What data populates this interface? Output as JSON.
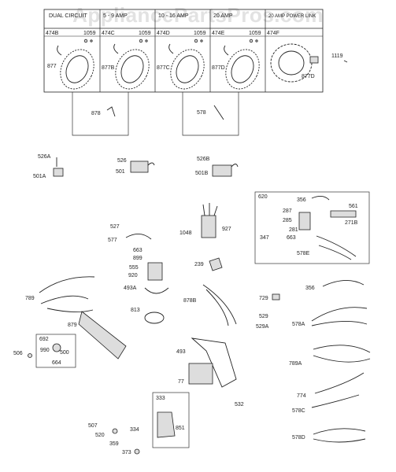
{
  "watermark": "AppliancePartsPros.com",
  "header_cells": [
    {
      "title": "DUAL CIRCUIT",
      "code": "474B",
      "sub": "1059"
    },
    {
      "title": "5 - 9 AMP",
      "code": "474C",
      "sub": "1059"
    },
    {
      "title": "10 - 16 AMP",
      "code": "474D",
      "sub": "1059"
    },
    {
      "title": "20 AMP",
      "code": "474E",
      "sub": "1059"
    },
    {
      "title": "20 AMP POWER LINK",
      "code": "474F",
      "sub": ""
    }
  ],
  "stator_labels": [
    "877",
    "877B",
    "877C",
    "877D",
    "877D"
  ],
  "part_labels": {
    "p1119": "1119",
    "p878": "878",
    "p578": "578",
    "p526A": "526A",
    "p501A": "501A",
    "p526": "526",
    "p501": "501",
    "p526B": "526B",
    "p501B": "501B",
    "p620": "620",
    "p356a": "356",
    "p287": "287",
    "p285": "285",
    "p561": "561",
    "p281": "281",
    "p271B": "271B",
    "p347": "347",
    "p663a": "663",
    "p578E": "578E",
    "p527": "527",
    "p577": "577",
    "p663b": "663",
    "p899": "899",
    "p555": "555",
    "p920": "920",
    "p493A": "493A",
    "p813": "813",
    "p1048": "1048",
    "p927": "927",
    "p239": "239",
    "p789": "789",
    "p878B": "878B",
    "p356b": "356",
    "p729": "729",
    "p529": "529",
    "p529A": "529A",
    "p578A": "578A",
    "p692": "692",
    "p879": "879",
    "p506": "506",
    "p990": "990",
    "p500": "500",
    "p664": "664",
    "p493": "493",
    "p77": "77",
    "p532": "532",
    "p789A": "789A",
    "p774": "774",
    "p578C": "578C",
    "p333": "333",
    "p507": "507",
    "p334": "334",
    "p851": "851",
    "p520": "520",
    "p359": "359",
    "p373": "373",
    "p578D": "578D"
  }
}
